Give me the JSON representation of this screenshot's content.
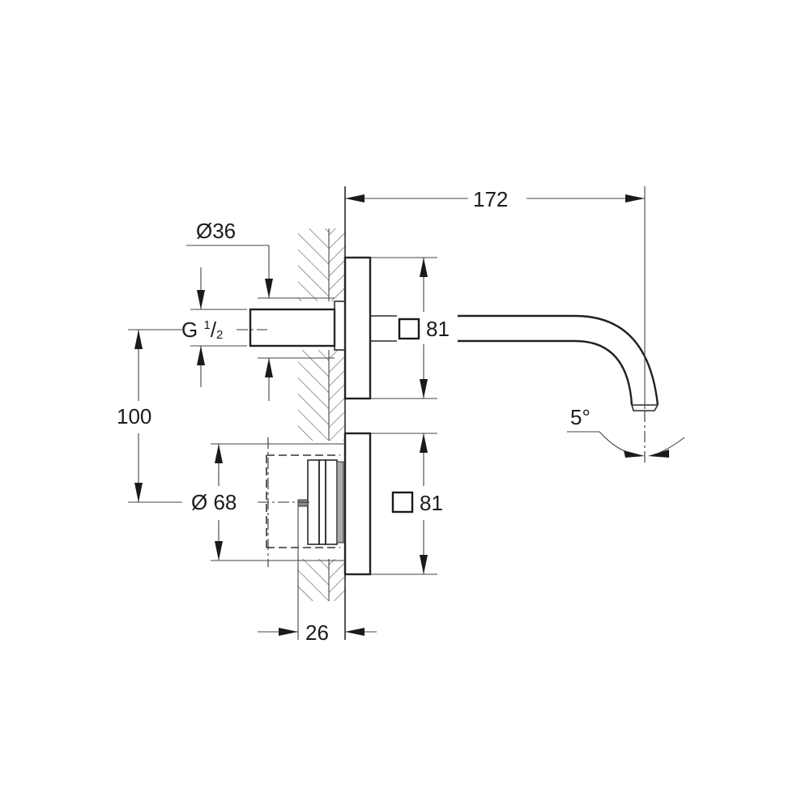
{
  "drawing": {
    "title": "Wall-mounted basin mixer dimension drawing",
    "colors": {
      "line": "#2a2a2a",
      "background": "#ffffff"
    }
  },
  "dimensions": {
    "spout_projection": "172",
    "rosette_top": "81",
    "rosette_top_symbol": "square",
    "rosette_bottom": "81",
    "rosette_bottom_symbol": "square",
    "pipe_diameter": "Ø36",
    "thread_main": "G",
    "thread_sup": "1",
    "thread_sub": "2",
    "vertical_spacing": "100",
    "body_diameter_symbol": "Ø",
    "body_diameter": "68",
    "wall_depth": "26",
    "spout_angle": "5°"
  }
}
